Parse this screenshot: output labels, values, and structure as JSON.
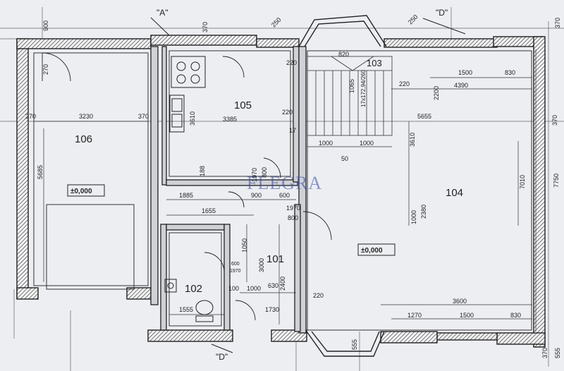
{
  "rooms": {
    "r106": "106",
    "r105": "105",
    "r104": "104",
    "r103": "103",
    "r102": "102",
    "r101": "101"
  },
  "levels": [
    "±0,000",
    "±0,000"
  ],
  "section_markers": {
    "a": "\"A\"",
    "d_top": "\"D\"",
    "d_bottom": "\"D\""
  },
  "watermark": "FLEGRA",
  "dimensions": [
    "900",
    "270",
    "270",
    "3230",
    "370",
    "5685",
    "370",
    "220",
    "3610",
    "3385",
    "220",
    "17",
    "188",
    "1970",
    "800",
    "1885",
    "900",
    "600",
    "1655",
    "1970",
    "800",
    "1050",
    "3000",
    "600",
    "1970",
    "100",
    "1000",
    "630",
    "2400",
    "1555",
    "1730",
    "220",
    "820",
    "1065",
    "17x172,94/260",
    "220",
    "1500",
    "830",
    "4390",
    "2200",
    "5655",
    "3610",
    "1000",
    "1000",
    "50",
    "2380",
    "7010",
    "1000",
    "7750",
    "370",
    "3600",
    "1270",
    "1500",
    "830",
    "555",
    "370",
    "370",
    "555",
    "250",
    "250"
  ]
}
